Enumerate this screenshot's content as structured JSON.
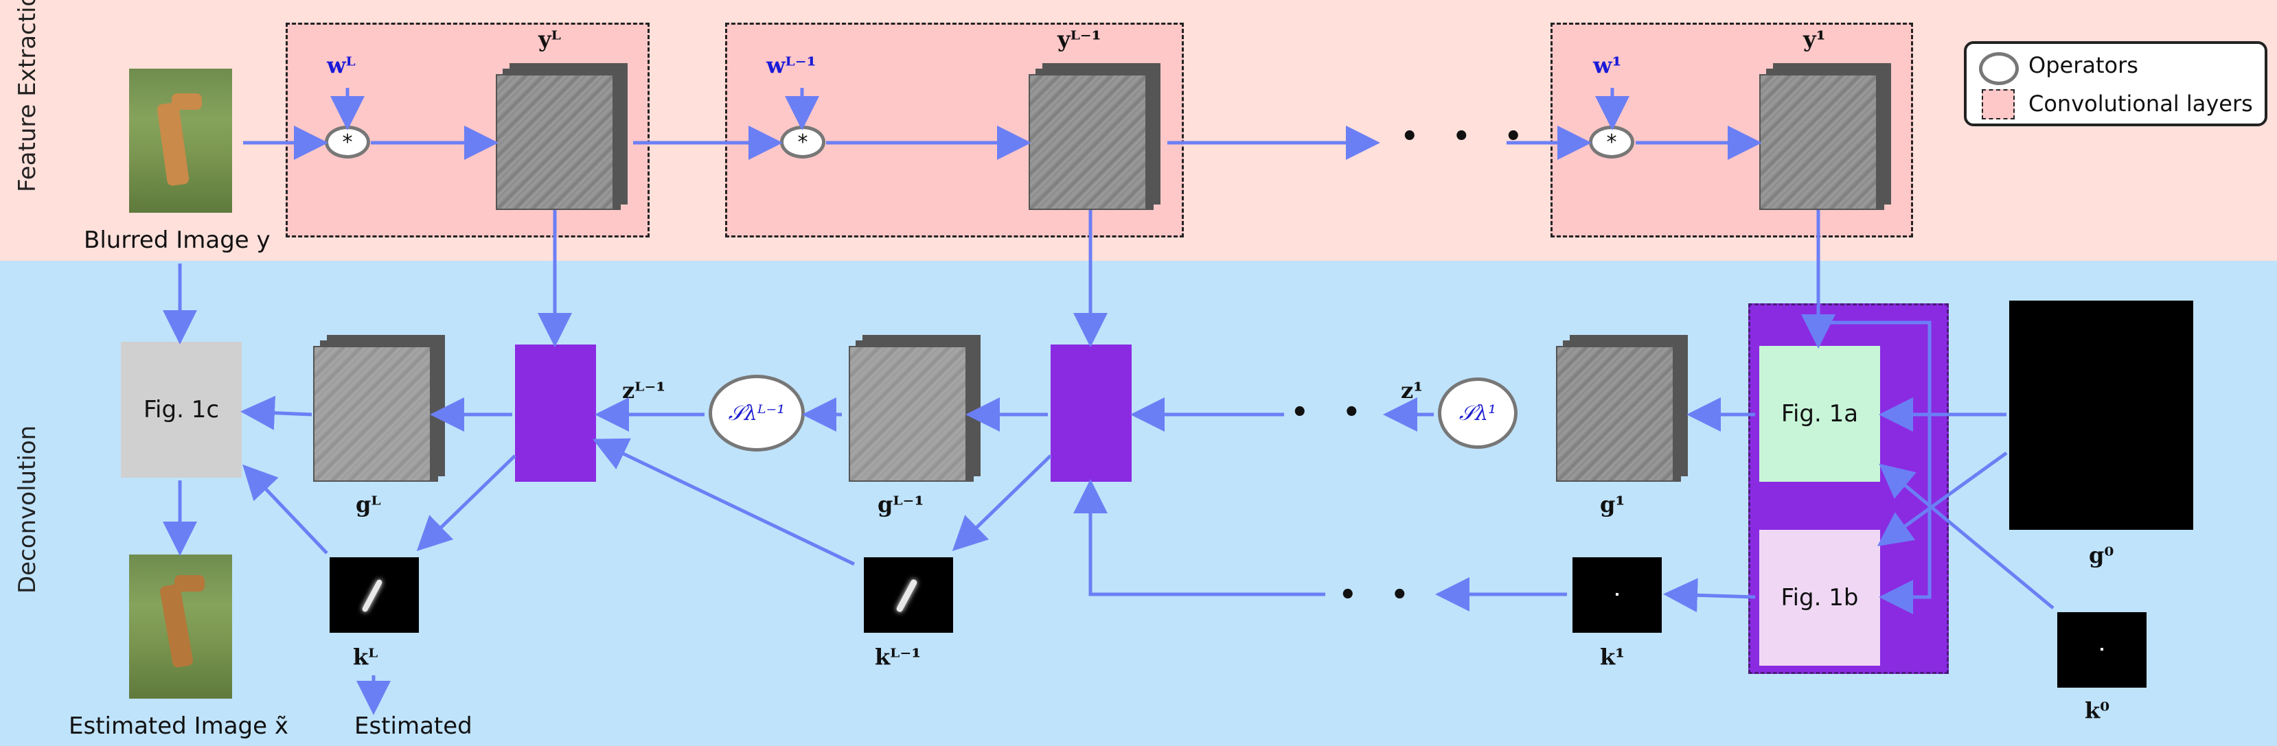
{
  "sections": {
    "top": "Feature Extraction",
    "bottom": "Deconvolution"
  },
  "legend": {
    "operators": "Operators",
    "conv_layers": "Convolutional layers"
  },
  "labels": {
    "blurred_image": "Blurred Image y",
    "estimated_image": "Estimated Image x̃",
    "estimated_kernel": "Estimated",
    "yL": "yᴸ",
    "yL1": "yᴸ⁻¹",
    "y1": "y¹",
    "wL": "wᴸ",
    "wL1": "wᴸ⁻¹",
    "w1": "w¹",
    "gL": "gᴸ",
    "gL1": "gᴸ⁻¹",
    "g1": "g¹",
    "g0": "g⁰",
    "kL": "kᴸ",
    "kL1": "kᴸ⁻¹",
    "k1": "k¹",
    "k0": "k⁰",
    "zL1": "zᴸ⁻¹",
    "z1": "z¹",
    "s_lambda_L1": "𝒮λᴸ⁻¹",
    "s_lambda_1": "𝒮λ¹",
    "conv_op": "*",
    "dots": "• • •"
  },
  "figs": {
    "fig1a": "Fig. 1a",
    "fig1b": "Fig. 1b",
    "fig1c": "Fig. 1c"
  },
  "colors": {
    "arrow": "#6b7ff5",
    "purple": "#8a2be2",
    "top_band": "#ffe0db",
    "bottom_band": "#bfe3fb"
  }
}
